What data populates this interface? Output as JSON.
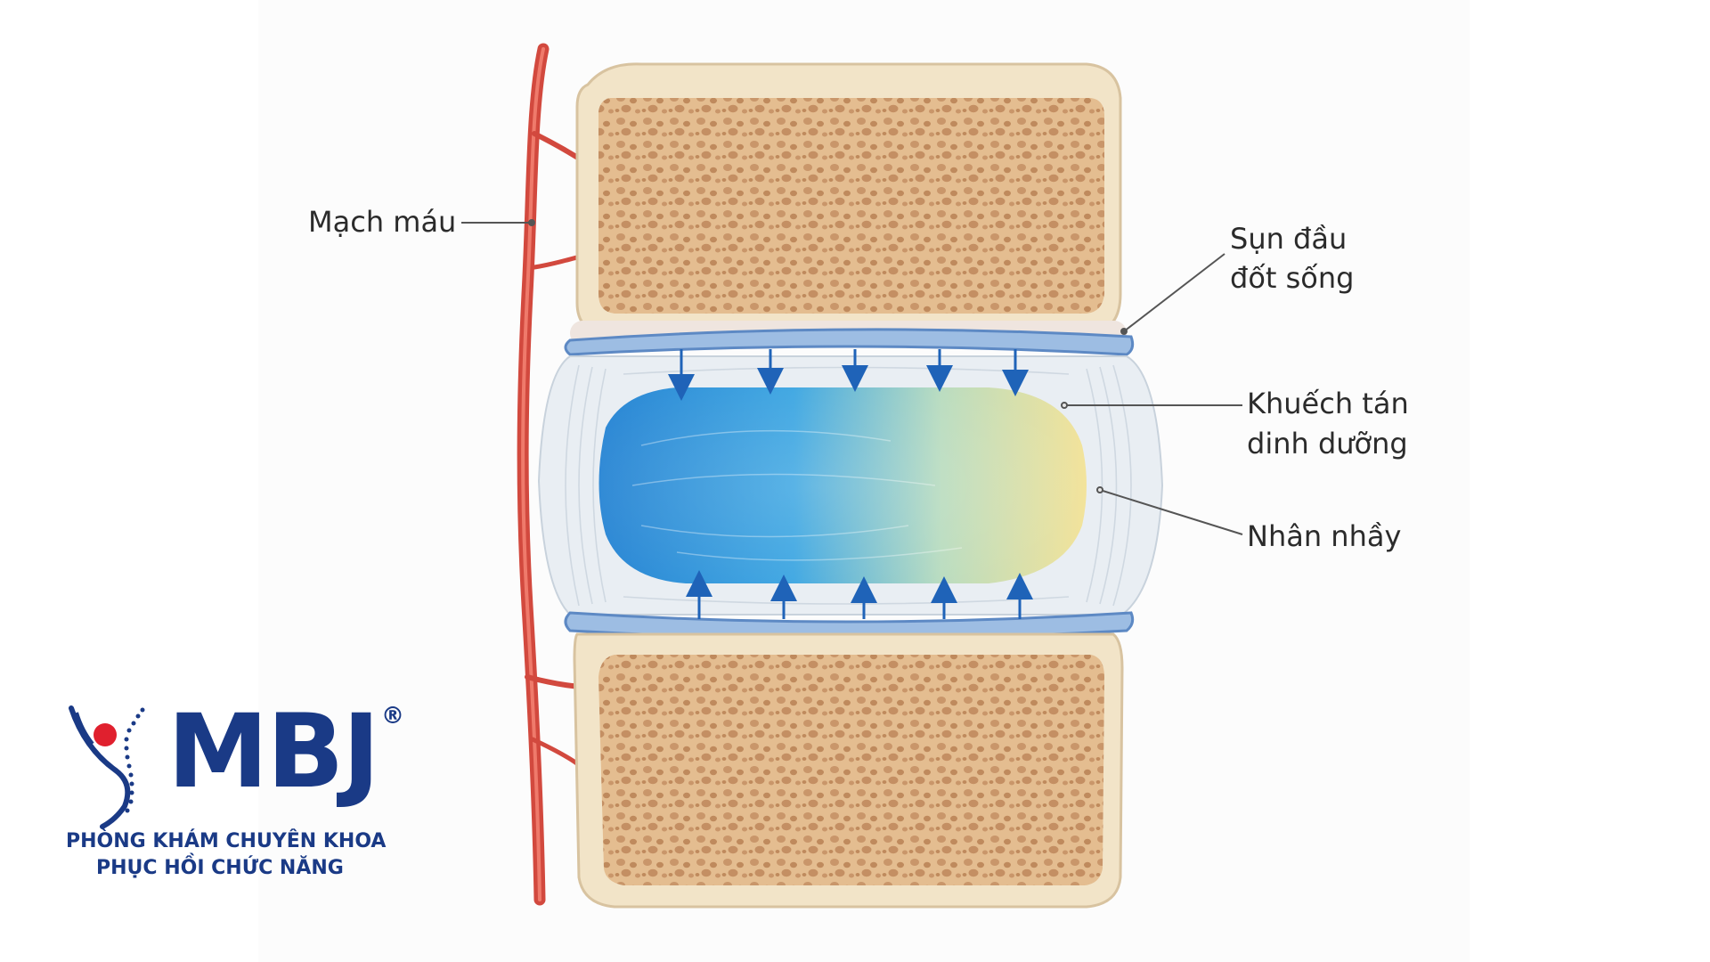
{
  "labels": {
    "blood_vessel": "Mạch máu",
    "endplate_line1": "Sụn đầu",
    "endplate_line2": "đốt sống",
    "diffusion_line1": "Khuếch tán",
    "diffusion_line2": "dinh dưỡng",
    "nucleus": "Nhân nhầy"
  },
  "logo": {
    "mark": "MBJ",
    "registered": "®",
    "line1": "PHÒNG KHÁM CHUYÊN KHOA",
    "line2": "PHỤC HỒI CHỨC NĂNG"
  },
  "colors": {
    "bone": "#e8c59c",
    "bone_rim": "#f3e6cc",
    "endplate": "#7fa6d6",
    "annulus": "#e9eef3",
    "nucleus_left": "#2a8fd8",
    "nucleus_right": "#f2e08a",
    "arrow": "#1f63b8",
    "artery": "#d2493e",
    "brand": "#1a3a86",
    "brand_dot": "#e0202e"
  }
}
